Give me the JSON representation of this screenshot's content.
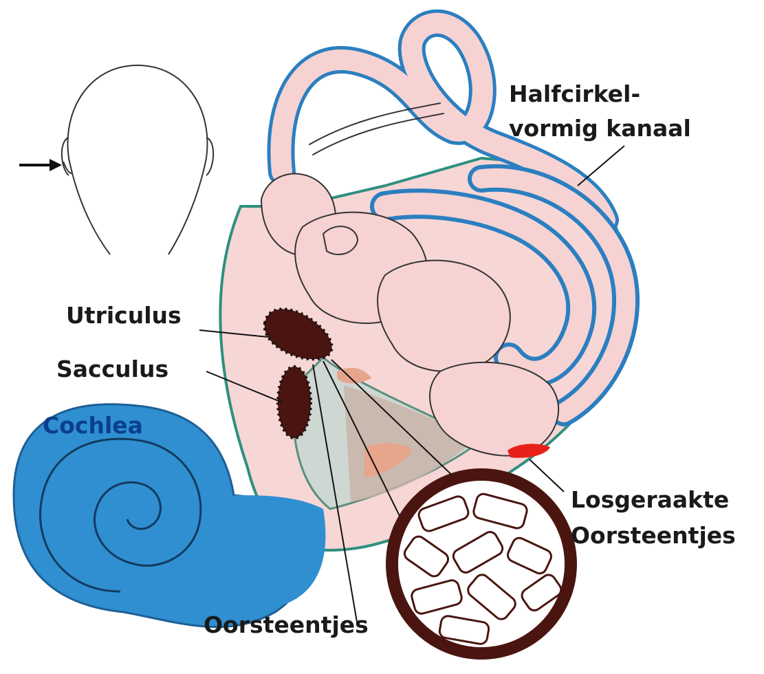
{
  "labels": {
    "halfcirkel_line1": "Halfcirkel-",
    "halfcirkel_line2": "vormig kanaal",
    "utriculus": "Utriculus",
    "sacculus": "Sacculus",
    "cochlea": "Cochlea",
    "losgeraakte_line1": "Losgeraakte",
    "losgeraakte_line2": "Oorsteentjes",
    "oorsteentjes": "Oorsteentjes"
  },
  "colors": {
    "canal_blue": "#2b7fc0",
    "canal_fill": "#f6d2d2",
    "cochlea_blue": "#2f8fd0",
    "membrane_teal": "#2f8f7e",
    "otolith_dark": "#4a1510",
    "dislodged_red": "#e8201a",
    "outline": "#333333"
  },
  "icons": [
    "head-outline-icon",
    "arrow-right-icon"
  ]
}
